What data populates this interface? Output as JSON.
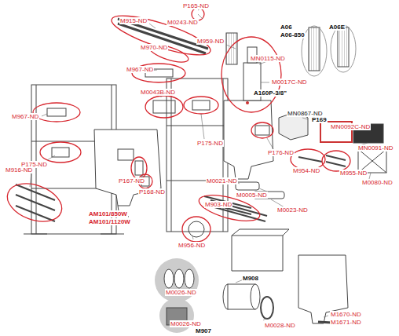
{
  "diagram": {
    "labels": [
      "M915-ND",
      "P165-ND",
      "M0243-ND",
      "M959-ND",
      "M970-ND",
      "MN0115-ND",
      "A06",
      "A06-850",
      "A06E",
      "M0017C-ND",
      "A160P-3/8\"",
      "M967-ND",
      "M967-ND",
      "MN0867-ND",
      "P169",
      "MN0092C-ND",
      "MN0091-ND",
      "M0043B-ND",
      "P175-ND",
      "P175-ND",
      "P176-ND",
      "M0080-ND",
      "M0021-ND",
      "M0005-ND",
      "M954-ND",
      "M955-ND",
      "M916-ND",
      "P167-ND",
      "P168-ND",
      "M0023-ND",
      "AM101/850W",
      "AM101/1120W",
      "M903-ND",
      "M956-ND",
      "M908",
      "M0026-ND",
      "M0026-ND",
      "M907",
      "M0028-ND",
      "M1670-ND",
      "M1671-ND"
    ]
  }
}
